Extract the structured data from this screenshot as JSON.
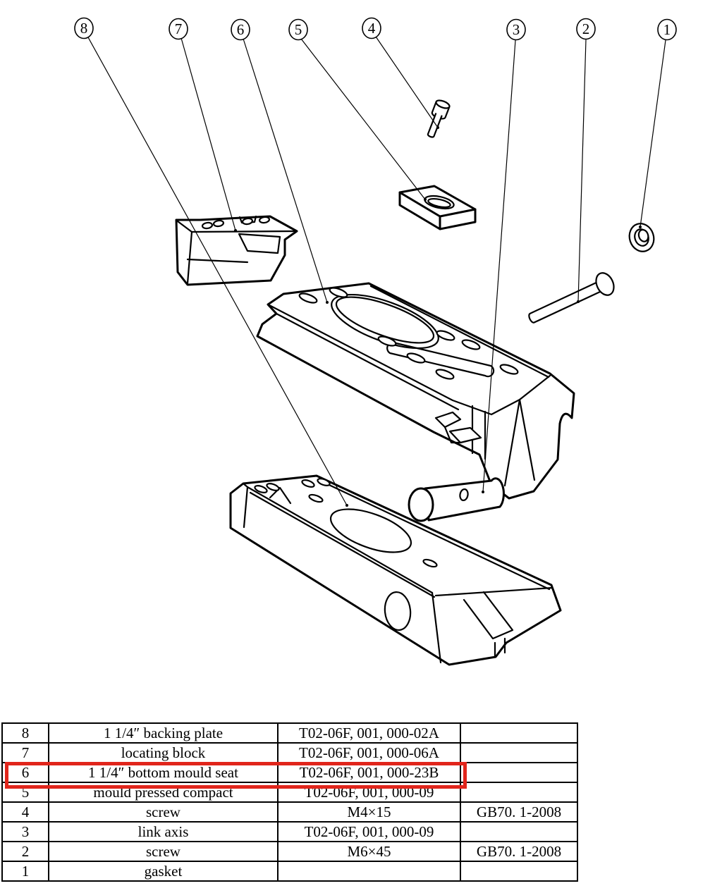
{
  "drawing": {
    "balloons": [
      {
        "label": "8"
      },
      {
        "label": "7"
      },
      {
        "label": "6"
      },
      {
        "label": "5"
      },
      {
        "label": "4"
      },
      {
        "label": "3"
      },
      {
        "label": "2"
      },
      {
        "label": "1"
      }
    ]
  },
  "table": {
    "rows": [
      {
        "no": "8",
        "name": "1 1/4″ backing plate",
        "code": "T02-06F, 001, 000-02A",
        "std": ""
      },
      {
        "no": "7",
        "name": "locating block",
        "code": "T02-06F, 001, 000-06A",
        "std": ""
      },
      {
        "no": "6",
        "name": "1 1/4″ bottom mould seat",
        "code": "T02-06F, 001, 000-23B",
        "std": ""
      },
      {
        "no": "5",
        "name": "mould pressed compact",
        "code": "T02-06F, 001, 000-09",
        "std": ""
      },
      {
        "no": "4",
        "name": "screw",
        "code": "M4×15",
        "std": "GB70. 1-2008"
      },
      {
        "no": "3",
        "name": "link axis",
        "code": "T02-06F, 001, 000-09",
        "std": ""
      },
      {
        "no": "2",
        "name": "screw",
        "code": "M6×45",
        "std": "GB70. 1-2008"
      },
      {
        "no": "1",
        "name": "gasket",
        "code": "",
        "std": ""
      }
    ],
    "highlighted_row_no": "6",
    "highlight_color": "#e1251b",
    "line_color": "#000000"
  }
}
